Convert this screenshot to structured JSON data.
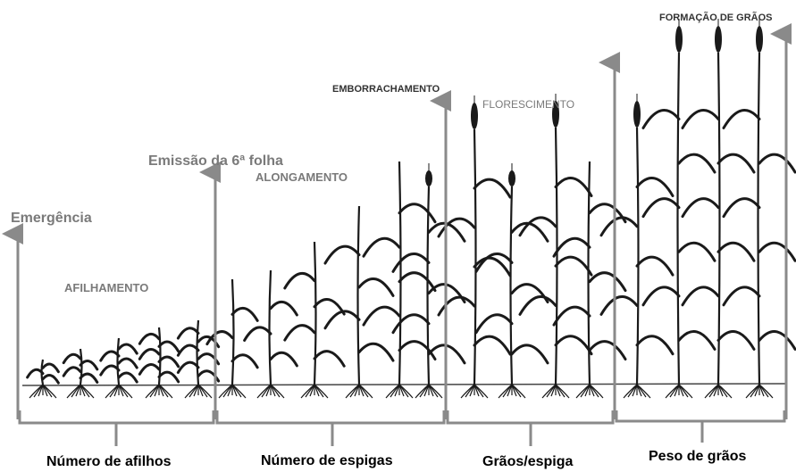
{
  "stages": {
    "emergencia": "Emergência",
    "afilhamento": "AFILHAMENTO",
    "emissao_6a_folha": "Emissão da 6ª folha",
    "alongamento": "ALONGAMENTO",
    "emborrachamento": "EMBORRACHAMENTO",
    "florescimento": "FLORESCIMENTO",
    "formacao_de_graos": "FORMAÇÃO DE GRÃOS"
  },
  "yield_components": {
    "numero_de_afilhos": "Número de afilhos",
    "numero_de_espigas": "Número de espigas",
    "graos_por_espiga": "Grãos/espiga",
    "peso_de_graos": "Peso de grãos"
  },
  "colors": {
    "arrow": "#8a8a8a",
    "plant": "#1a1a1a",
    "stage_text": "#7a7a7a",
    "component_text": "#000000"
  }
}
